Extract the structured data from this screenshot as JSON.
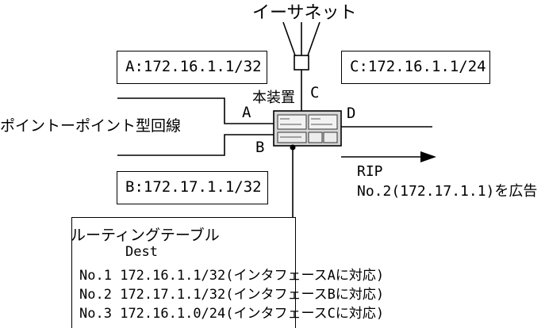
{
  "ethernet_label": "イーサネット",
  "device_label": "本装置",
  "ptp_label": "ポイントーポイント型回線",
  "ports": {
    "a": "A",
    "b": "B",
    "c": "C",
    "d": "D"
  },
  "addresses": {
    "a": "A:172.16.1.1/32",
    "b": "B:172.17.1.1/32",
    "c": "C:172.16.1.1/24"
  },
  "rip": {
    "title": "RIP",
    "advert": "No.2(172.17.1.1)を広告"
  },
  "routing_table": {
    "title": "ルーティングテーブル",
    "header": "Dest",
    "rows": [
      {
        "no": "No.1",
        "dest": "172.16.1.1/32",
        "note": "(インタフェースAに対応)"
      },
      {
        "no": "No.2",
        "dest": "172.17.1.1/32",
        "note": "(インタフェースBに対応)"
      },
      {
        "no": "No.3",
        "dest": "172.16.1.0/24",
        "note": "(インタフェースCに対応)"
      }
    ]
  }
}
